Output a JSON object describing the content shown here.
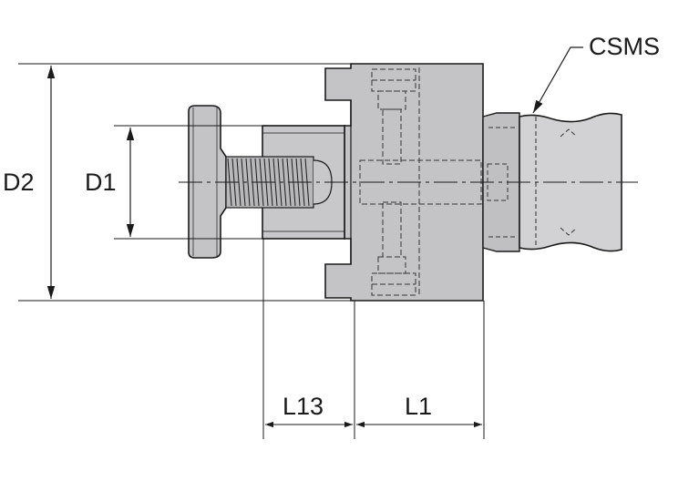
{
  "diagram": {
    "callout_label": "CSMS",
    "dimensions": {
      "d2": "D2",
      "d1": "D1",
      "l13": "L13",
      "l1": "L1"
    },
    "colors": {
      "part_fill": "#c2c2c4",
      "part_fill_light": "#d4d4d6",
      "outline": "#1a1a1a",
      "hidden_line": "#333333"
    }
  }
}
